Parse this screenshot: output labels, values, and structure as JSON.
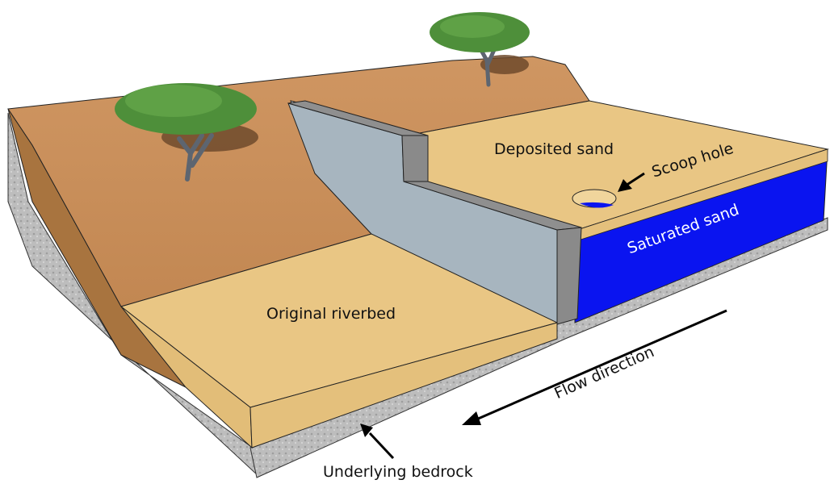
{
  "title": "Sand dam cross-section diagram",
  "labels": {
    "deposited_sand": "Deposited sand",
    "scoop_hole": "Scoop hole",
    "saturated_sand": "Saturated sand",
    "original_riverbed": "Original riverbed",
    "flow_direction": "Flow direction",
    "underlying_bedrock": "Underlying bedrock"
  },
  "colors": {
    "bank_top": "#c98f5a",
    "bank_side": "#a8743f",
    "sand": "#e9c684",
    "sand_side": "#e2bd78",
    "saturated": "#0a14f0",
    "bedrock": "#b9b9b9",
    "dam_face": "#a7b5bf",
    "dam_edge": "#8f8f8f",
    "tree_canopy": "#4e8f3a",
    "shadow": "#7a5434",
    "arrow": "#000000"
  }
}
